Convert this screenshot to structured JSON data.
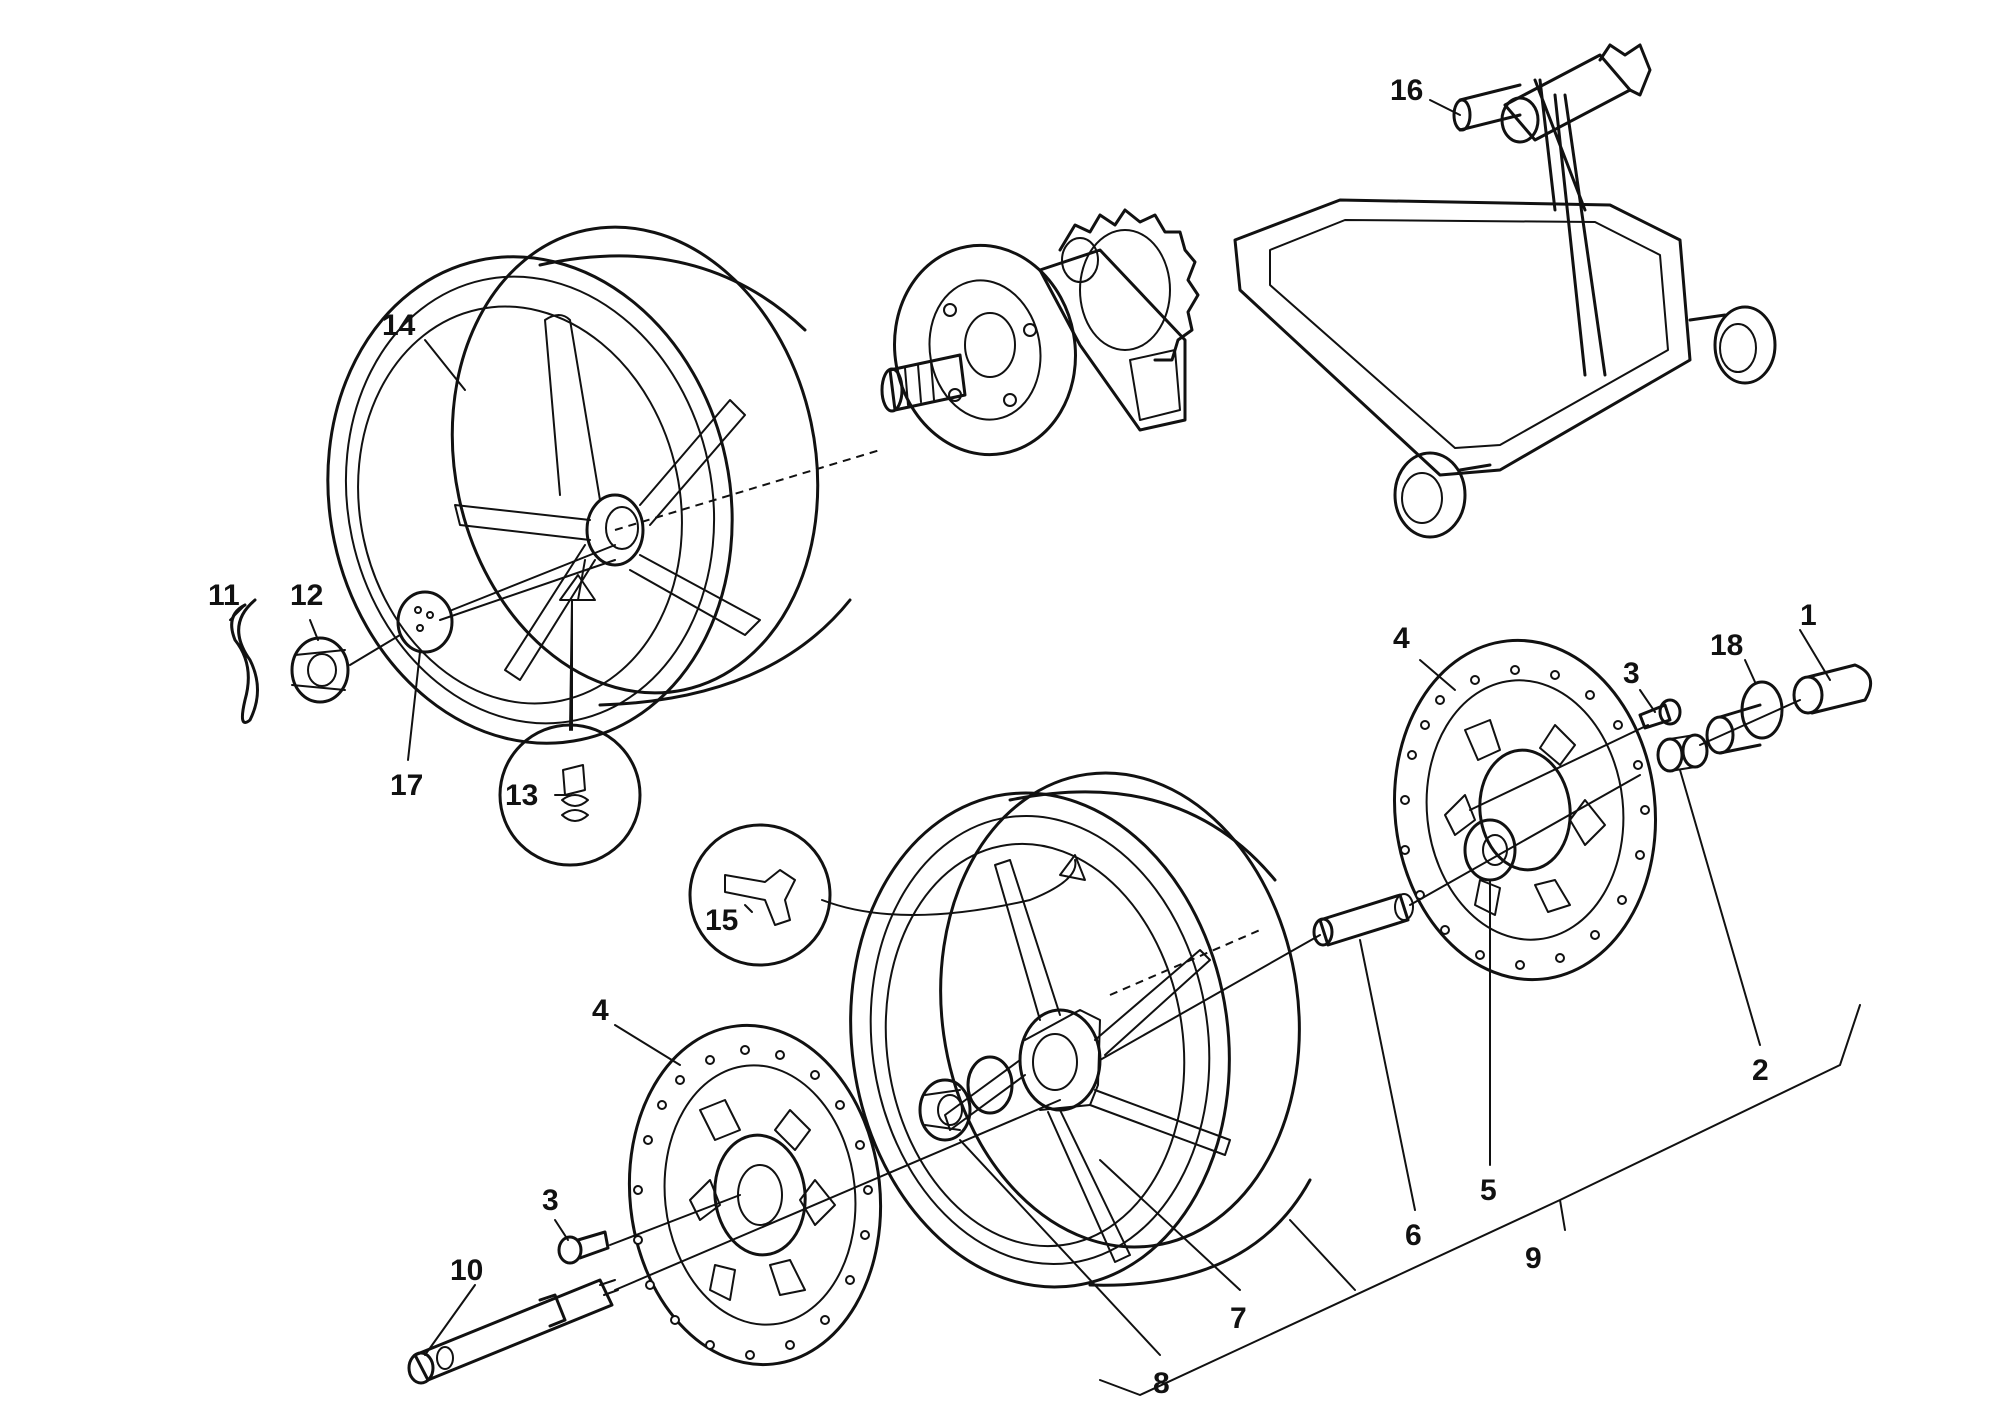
{
  "callouts": [
    {
      "id": "1",
      "text": "1"
    },
    {
      "id": "2",
      "text": "2"
    },
    {
      "id": "3a",
      "text": "3"
    },
    {
      "id": "3b",
      "text": "3"
    },
    {
      "id": "4a",
      "text": "4"
    },
    {
      "id": "4b",
      "text": "4"
    },
    {
      "id": "5",
      "text": "5"
    },
    {
      "id": "6",
      "text": "6"
    },
    {
      "id": "7",
      "text": "7"
    },
    {
      "id": "8",
      "text": "8"
    },
    {
      "id": "9",
      "text": "9"
    },
    {
      "id": "10",
      "text": "10"
    },
    {
      "id": "11",
      "text": "11"
    },
    {
      "id": "12",
      "text": "12"
    },
    {
      "id": "13",
      "text": "13"
    },
    {
      "id": "14",
      "text": "14"
    },
    {
      "id": "15",
      "text": "15"
    },
    {
      "id": "16",
      "text": "16"
    },
    {
      "id": "17",
      "text": "17"
    },
    {
      "id": "18",
      "text": "18"
    }
  ]
}
